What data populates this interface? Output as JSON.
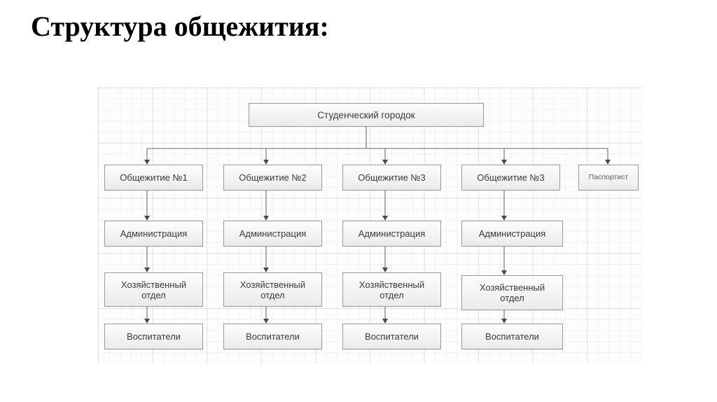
{
  "page": {
    "title": "Структура общежития:"
  },
  "diagram": {
    "type": "organization-chart",
    "background": "#fdfdfd",
    "grid": true,
    "box_border_color": "#9a9a9a",
    "box_fill_color": "#f3f3f3",
    "connector_color": "#6d6d6d",
    "text_color": "#3a3a3a",
    "root": {
      "label": "Студенческий городок"
    },
    "branches": [
      {
        "head": "Общежитие №1",
        "chain": [
          "Администрация",
          "Хозяйственный\nотдел",
          "Воспитатели"
        ]
      },
      {
        "head": "Общежитие №2",
        "chain": [
          "Администрация",
          "Хозяйственный\nотдел",
          "Воспитатели"
        ]
      },
      {
        "head": "Общежитие №3",
        "chain": [
          "Администрация",
          "Хозяйственный\nотдел",
          "Воспитатели"
        ]
      },
      {
        "head": "Общежитие №3",
        "chain": [
          "Администрация",
          "Хозяйственный\nотдел",
          "Воспитатели"
        ]
      },
      {
        "head": "Паспортист",
        "chain": []
      }
    ]
  }
}
